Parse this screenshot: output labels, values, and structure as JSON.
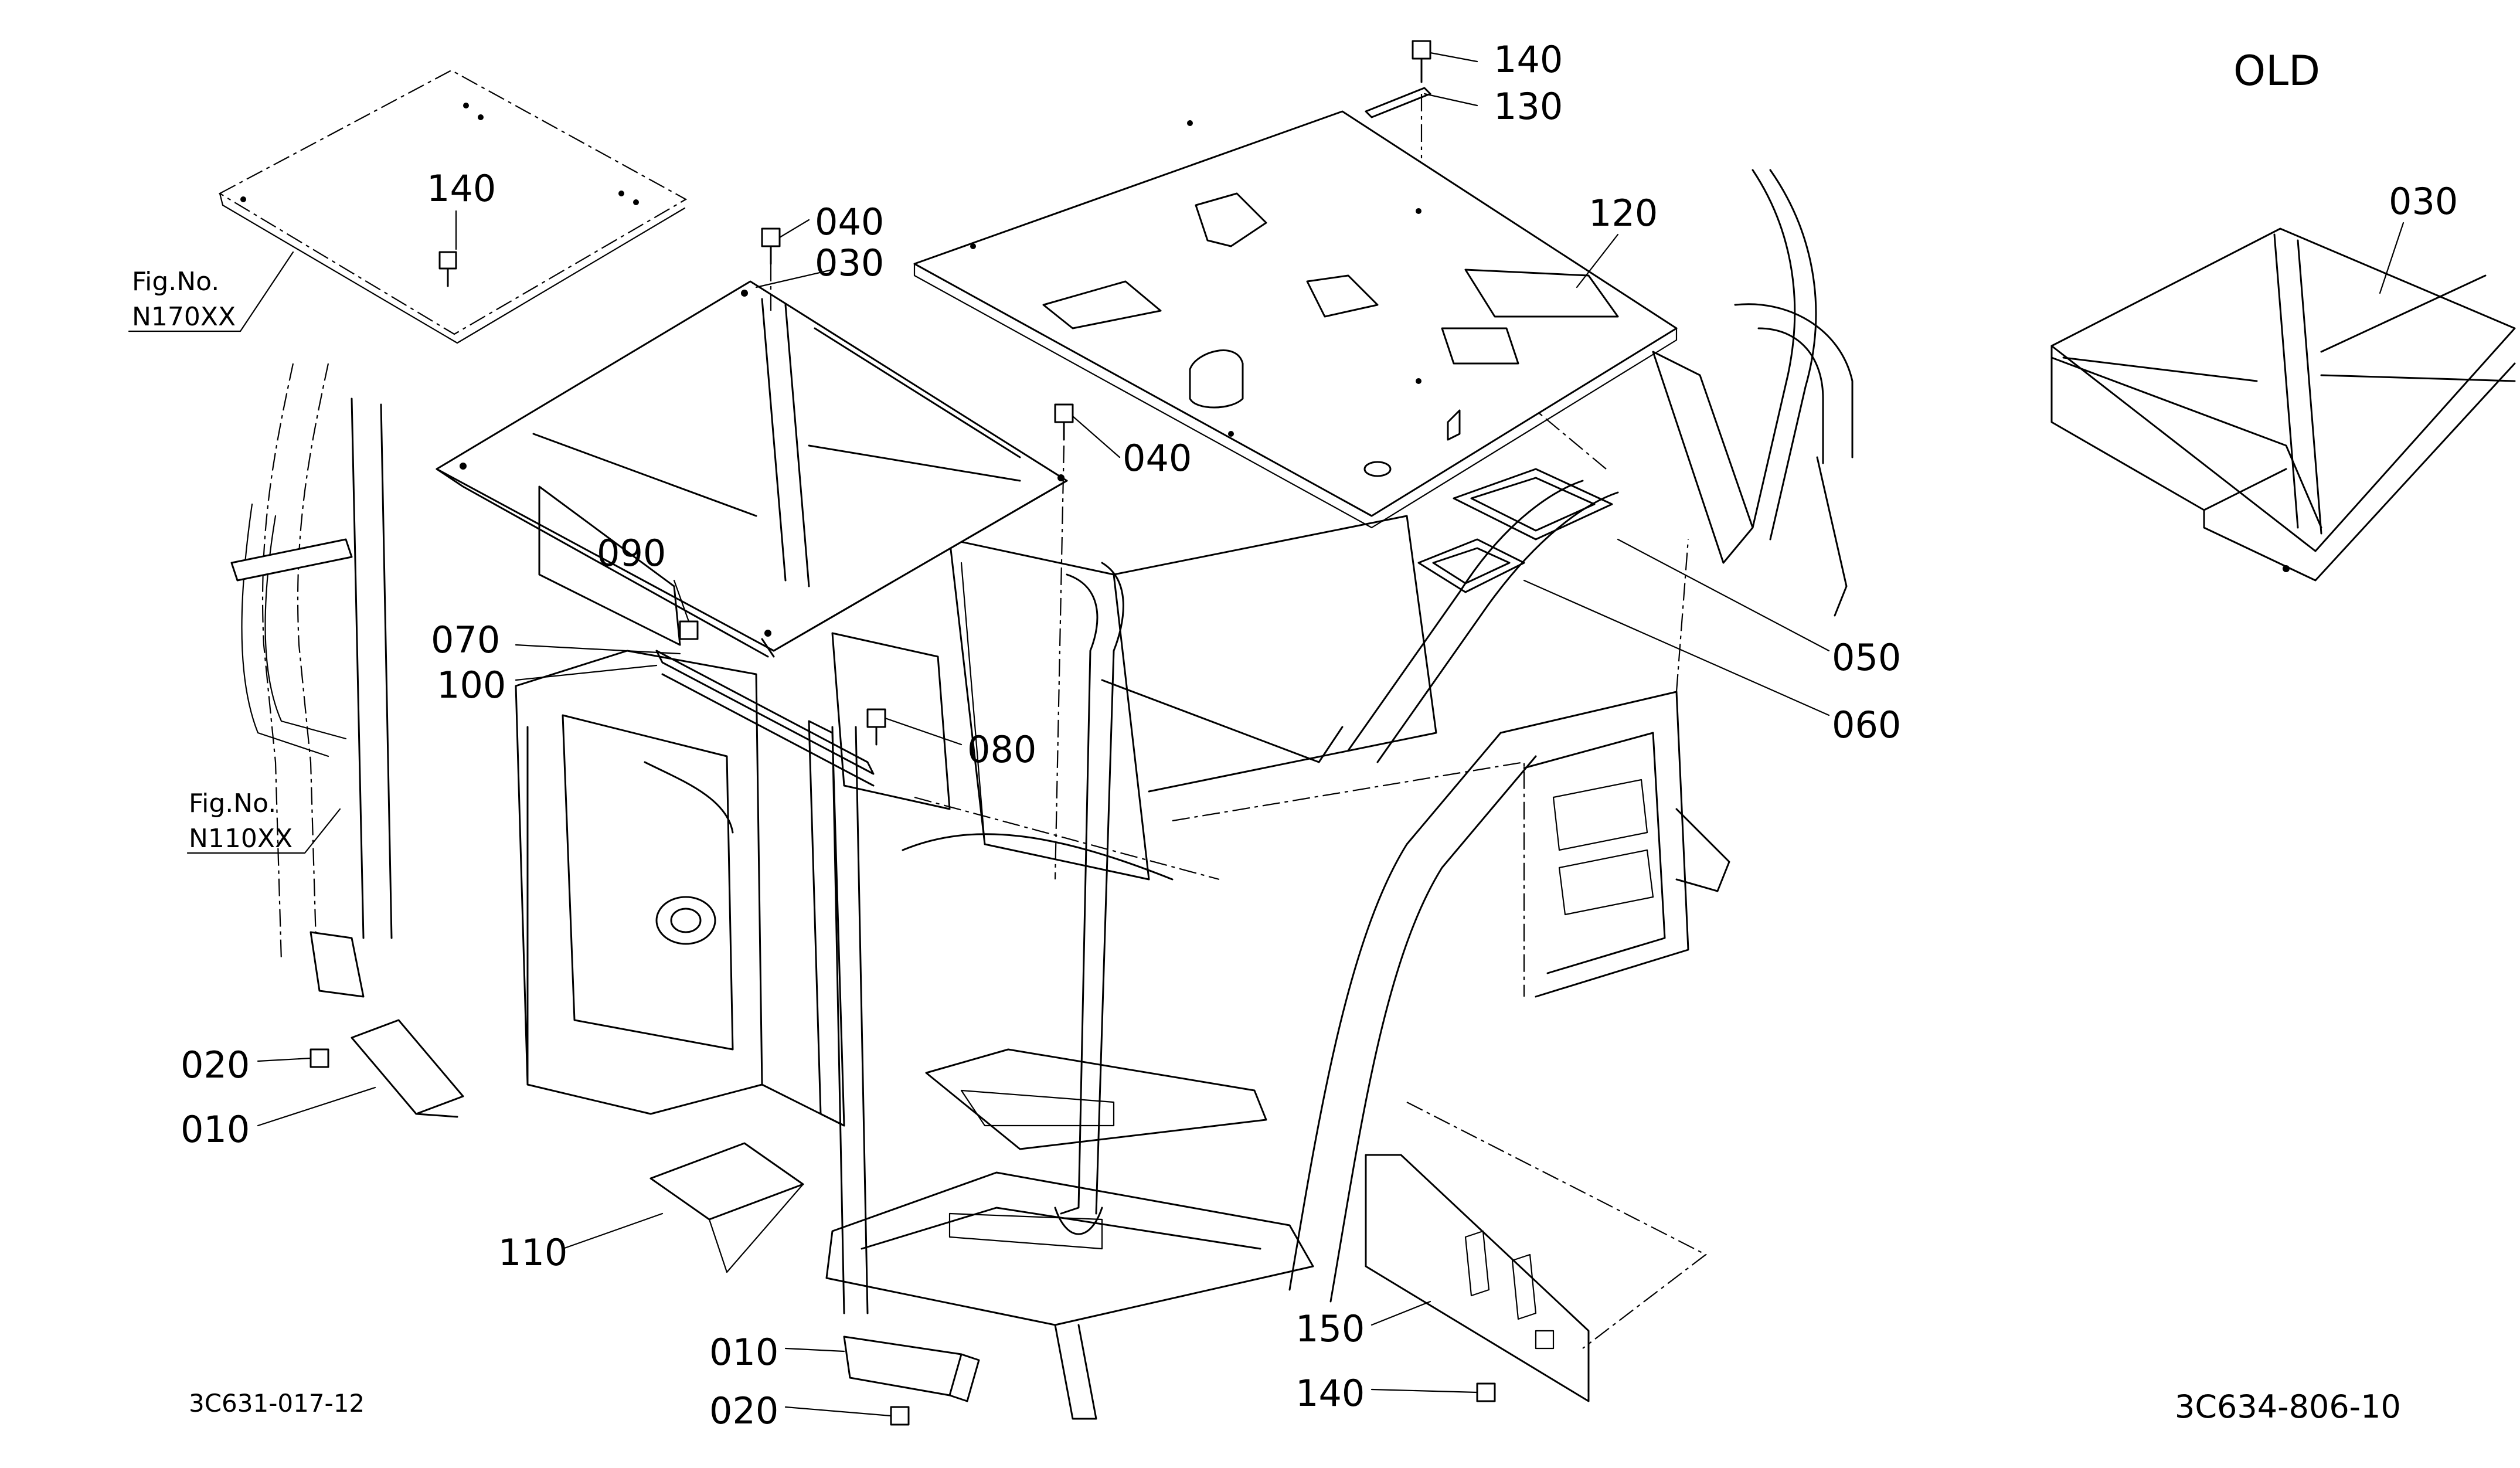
{
  "title": "OLD",
  "drawing_codes": {
    "left": "3C631-017-12",
    "right": "3C634-806-10"
  },
  "figure_refs": [
    {
      "label": "Fig.No.",
      "code": "N170XX"
    },
    {
      "label": "Fig.No.",
      "code": "N110XX"
    }
  ],
  "callouts": {
    "c140_top": "140",
    "c130": "130",
    "c140_plate": "140",
    "c040_a": "040",
    "c030": "030",
    "c120": "120",
    "c040_b": "040",
    "c090": "090",
    "c070": "070",
    "c100": "100",
    "c080": "080",
    "c050": "050",
    "c060": "060",
    "c020_left": "020",
    "c010_left": "010",
    "c110": "110",
    "c010_bottom": "010",
    "c020_bottom": "020",
    "c150": "150",
    "c140_bottom": "140",
    "c030_old": "030"
  }
}
